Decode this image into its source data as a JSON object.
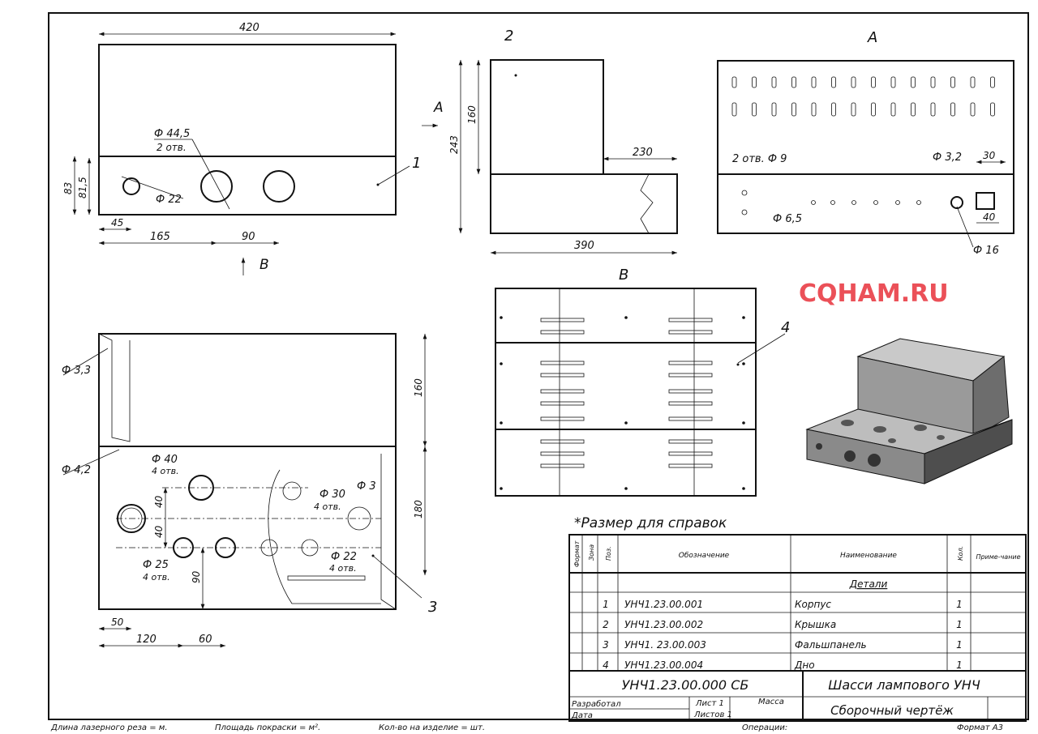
{
  "views": {
    "front": {
      "overall_width": "420",
      "height_83": "83",
      "height_81_5": "81,5",
      "hole_big": "Ф 44,5",
      "hole_big_qty": "2 отв.",
      "hole_small": "Ф 22",
      "dim_45": "45",
      "dim_165": "165",
      "dim_90": "90",
      "pos": "1",
      "view_arrow": "B"
    },
    "side": {
      "pos": "2",
      "dim_160": "160",
      "dim_243": "243",
      "dim_230": "230",
      "dim_390": "390",
      "view_arrow": "A"
    },
    "view_a": {
      "title": "A",
      "holes_left": "2 отв. Ф 9",
      "hole_65": "Ф 6,5",
      "hole_32": "Ф 3,2",
      "dim_30": "30",
      "dim_40": "40",
      "hole_16": "Ф 16"
    },
    "view_b": {
      "title": "B",
      "pos": "4"
    },
    "bottom": {
      "hole_33": "Ф 3,3",
      "hole_42": "Ф 4,2",
      "hole_40": "Ф 40",
      "hole_40_qty": "4 отв.",
      "hole_30": "Ф 30",
      "hole_30_qty": "4 отв.",
      "hole_3": "Ф 3",
      "hole_25": "Ф 25",
      "hole_25_qty": "4 отв.",
      "hole_22": "Ф 22",
      "hole_22_qty": "4 отв.",
      "dim_40a": "40",
      "dim_40b": "40",
      "dim_90": "90",
      "dim_160": "160",
      "dim_180": "180",
      "dim_50": "50",
      "dim_120": "120",
      "dim_60": "60",
      "pos": "3"
    }
  },
  "note": "*Размер для справок",
  "spec_table": {
    "headers": [
      "Формат",
      "Зона",
      "Поз.",
      "Обозначение",
      "Наименование",
      "Кол.",
      "Приме-чание"
    ],
    "section": "Детали",
    "rows": [
      {
        "pos": "1",
        "code": "УНЧ1.23.00.001",
        "name": "Корпус",
        "qty": "1"
      },
      {
        "pos": "2",
        "code": "УНЧ1.23.00.002",
        "name": "Крышка",
        "qty": "1"
      },
      {
        "pos": "3",
        "code": "УНЧ1. 23.00.003",
        "name": "Фальшпанель",
        "qty": "1"
      },
      {
        "pos": "4",
        "code": "УНЧ1.23.00.004",
        "name": "Дно",
        "qty": "1"
      }
    ]
  },
  "title_block": {
    "doc_code": "УНЧ1.23.00.000  СБ",
    "title": "Шасси лампового УНЧ",
    "doc_type": "Сборочный чертёж",
    "developed": "Разработал",
    "date": "Дата",
    "sheet": "Лист 1",
    "sheets": "Листов 1",
    "mass": "Масса"
  },
  "footer": {
    "laser": "Длина лазерного реза = м.",
    "paint": "Площадь покраски = м².",
    "qty": "Кол-во на изделие = шт.",
    "ops": "Операции:",
    "format": "Формат А3"
  },
  "watermark": "CQHAM.RU"
}
